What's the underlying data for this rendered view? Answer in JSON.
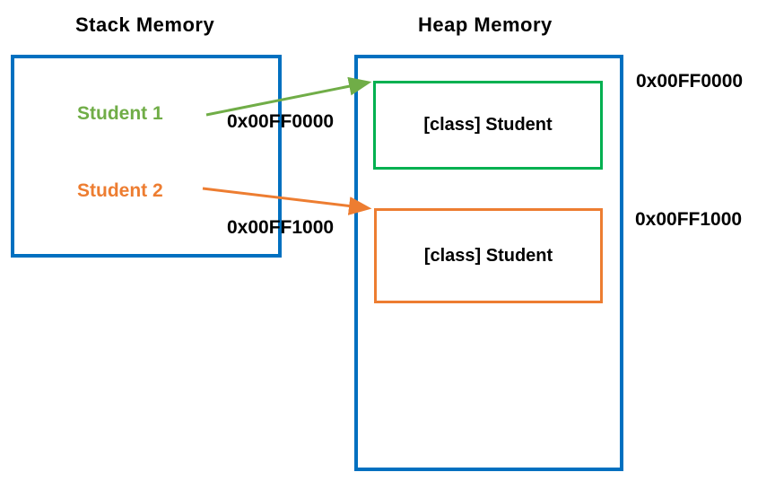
{
  "diagram": {
    "stack": {
      "title": "Stack Memory",
      "variables": [
        {
          "label": "Student 1"
        },
        {
          "label": "Student 2"
        }
      ]
    },
    "heap": {
      "title": "Heap Memory",
      "objects": [
        {
          "label": "[class] Student",
          "address": "0x00FF0000"
        },
        {
          "label": "[class] Student",
          "address": "0x00FF1000"
        }
      ]
    },
    "pointers": [
      {
        "variable": "Student 1",
        "address": "0x00FF0000"
      },
      {
        "variable": "Student 2",
        "address": "0x00FF1000"
      }
    ]
  },
  "colors": {
    "blue": "#0070C0",
    "green-border": "#00B050",
    "green-accent": "#70AD47",
    "orange-accent": "#ED7D31",
    "ink": "#000000"
  }
}
